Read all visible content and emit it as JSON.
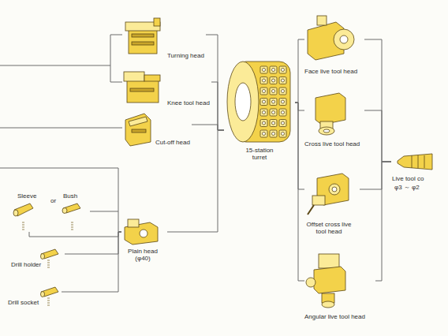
{
  "diagram": {
    "nodes": [
      {
        "text": [
          "Turning head"
        ]
      },
      {
        "text": [
          "Knee tool head"
        ]
      },
      {
        "text": [
          "Cut-off head"
        ]
      },
      {
        "text": [
          "15-station turret"
        ]
      },
      {
        "text": [
          "Face live tool head"
        ]
      },
      {
        "text": [
          "Cross live tool head"
        ]
      },
      {
        "text": [
          "Offset cross live tool head"
        ]
      },
      {
        "text": [
          "Sleeve"
        ]
      },
      {
        "text": [
          "Bush"
        ]
      },
      {
        "text": [
          "Drill holder"
        ]
      },
      {
        "text": [
          "Drill socket"
        ]
      },
      {
        "text": [
          "Plain head (φ40)"
        ]
      },
      {
        "text": [
          "Angular live tool head"
        ]
      },
      {
        "text": [
          "Live tool co",
          "φ3 ～ φ2"
        ]
      }
    ],
    "edges": [
      {
        "from": 0,
        "to": 3,
        "arrow": "none"
      },
      {
        "from": 1,
        "to": 3,
        "arrow": "none"
      },
      {
        "from": 2,
        "to": 3,
        "arrow": "none"
      },
      {
        "from": 11,
        "to": 3,
        "arrow": "none"
      },
      {
        "from": 7,
        "to": 11,
        "arrow": "none"
      },
      {
        "from": 8,
        "to": 11,
        "arrow": "none"
      },
      {
        "from": 9,
        "to": 11,
        "arrow": "none"
      },
      {
        "from": 10,
        "to": 11,
        "arrow": "none"
      },
      {
        "from": 3,
        "to": 4,
        "arrow": "none"
      },
      {
        "from": 3,
        "to": 5,
        "arrow": "none"
      },
      {
        "from": 3,
        "to": 6,
        "arrow": "none"
      },
      {
        "from": 3,
        "to": 12,
        "arrow": "none"
      },
      {
        "from": 4,
        "to": 13,
        "arrow": "none"
      },
      {
        "from": 5,
        "to": 13,
        "arrow": "none"
      },
      {
        "from": 6,
        "to": 13,
        "arrow": "none"
      },
      {
        "from": 12,
        "to": 13,
        "arrow": "none"
      }
    ],
    "labels": [
      "or"
    ]
  }
}
